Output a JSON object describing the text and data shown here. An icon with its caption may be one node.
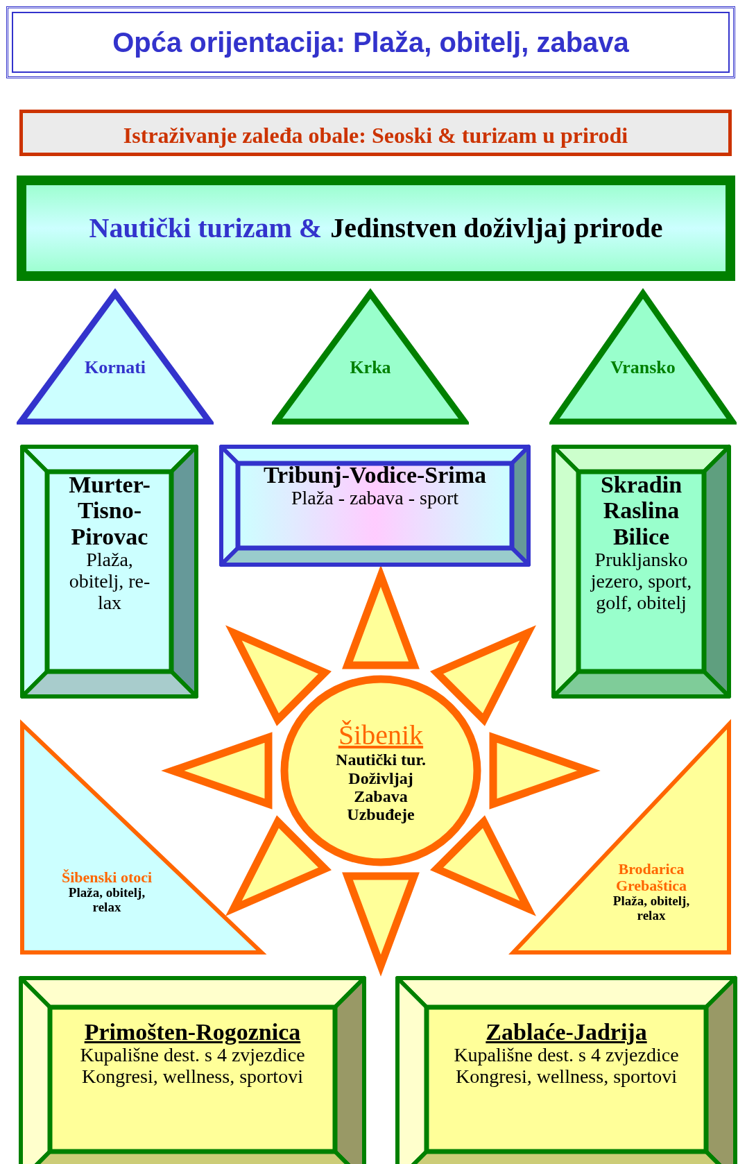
{
  "diagram": {
    "title": "Opća orijentacija: Plaža, obitelj, zabava",
    "nodes": [
      {
        "text": [
          "Istraživanje zaleđa obale: Seoski & turizam u prirodi"
        ]
      },
      {
        "text": [
          "Nautički turizam &",
          "Jedinstven doživljaj prirode"
        ]
      },
      {
        "text": [
          "Kornati"
        ]
      },
      {
        "text": [
          "Krka"
        ]
      },
      {
        "text": [
          "Vransko"
        ]
      },
      {
        "text": [
          "Murter-Tisno-Pirovac",
          "Plaža, obitelj, re-lax"
        ]
      },
      {
        "text": [
          "Tribunj-Vodice-Srima",
          "Plaža - zabava - sport"
        ]
      },
      {
        "text": [
          "Skradin Raslina Bilice",
          "Prukljansko jezero, sport, golf, obitelj"
        ]
      },
      {
        "text": [
          "Šibenik",
          "Nautički tur. Doživljaj Zabava Uzbuđeje"
        ]
      },
      {
        "text": [
          "Šibenski otoci",
          "Plaža, obitelj, relax"
        ]
      },
      {
        "text": [
          "Brodarica Grebaštica",
          "Plaža, obitelj, relax"
        ]
      },
      {
        "text": [
          "Primošten-Rogoznica",
          "Kupališne dest. s 4 zvjezdice Kongresi, wellness, sportovi"
        ]
      },
      {
        "text": [
          "Zablaće-Jadrija",
          "Kupališne dest. s 4 zvjezdice Kongresi, wellness, sportovi"
        ]
      }
    ],
    "edges": []
  }
}
